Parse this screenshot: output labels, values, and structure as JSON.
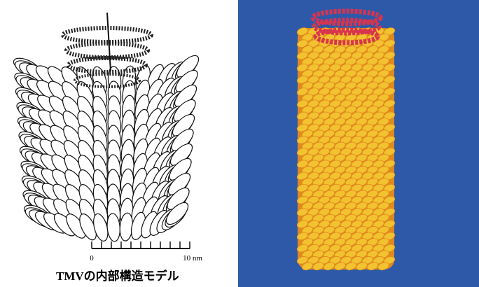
{
  "left_figure": {
    "scale_bar": {
      "start_label": "0",
      "end_label": "10 nm"
    },
    "caption": "TMVの内部構造モデル"
  },
  "right_figure": {
    "colors": {
      "background": "#2e59a8",
      "capsid": "#f2c230",
      "capsid_shadow": "#e08a1e",
      "rna": "#d8344f"
    }
  }
}
